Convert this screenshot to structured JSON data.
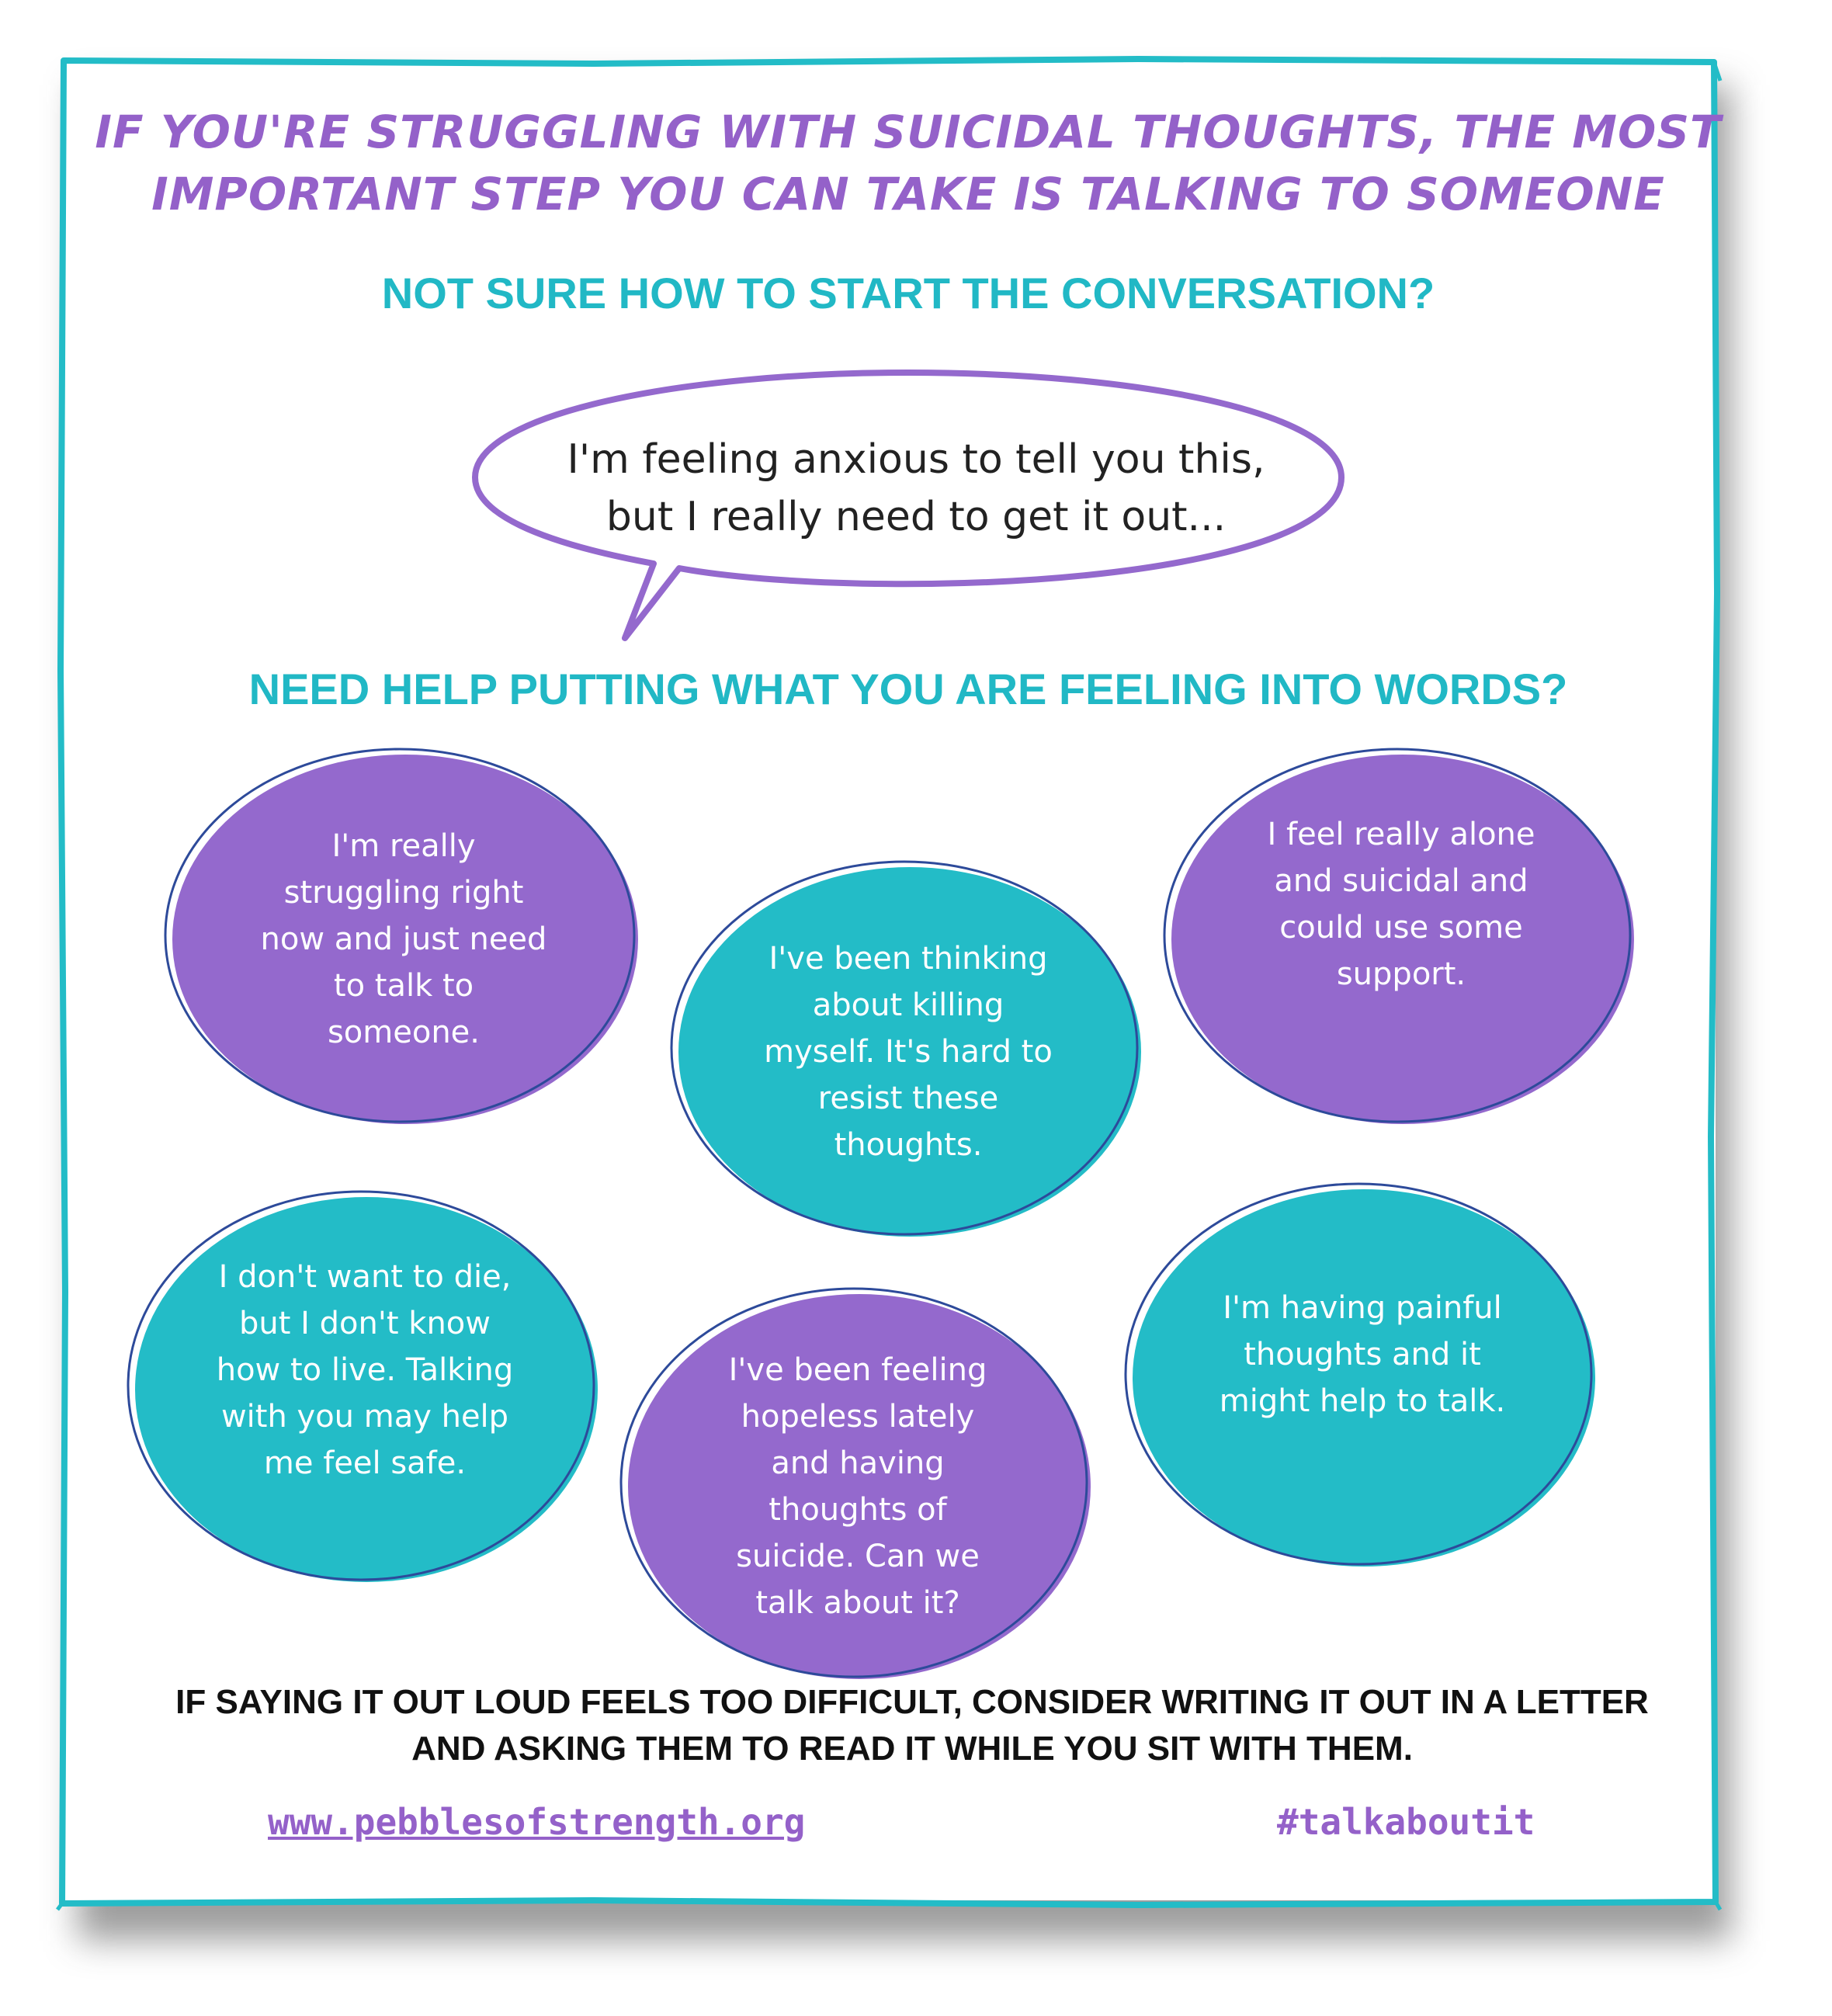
{
  "title": {
    "line1": "IF YOU'RE STRUGGLING WITH SUICIDAL THOUGHTS, THE MOST",
    "line2": "IMPORTANT STEP YOU CAN TAKE IS TALKING TO SOMEONE"
  },
  "section1": {
    "heading": "NOT SURE HOW TO START THE CONVERSATION?",
    "speech_line1": "I'm feeling anxious to tell you this,",
    "speech_line2": "but I really need to get it out..."
  },
  "section2": {
    "heading": "NEED HELP PUTTING WHAT YOU ARE FEELING INTO WORDS?",
    "bubbles": [
      {
        "text": "I'm really struggling right now and just need to talk to someone.",
        "color": "purple"
      },
      {
        "text": "I've been thinking about killing myself. It's hard to resist these thoughts.",
        "color": "teal"
      },
      {
        "text": "I feel really alone and suicidal and could use some support.",
        "color": "purple"
      },
      {
        "text": "I don't want to die, but I don't know how to live. Talking with you may help me feel safe.",
        "color": "teal"
      },
      {
        "text": "I've been feeling hopeless lately and having thoughts of suicide. Can we talk about it?",
        "color": "purple"
      },
      {
        "text": "I'm having painful thoughts and it might help to talk.",
        "color": "teal"
      }
    ]
  },
  "footer": {
    "line1": "IF SAYING IT OUT LOUD FEELS TOO DIFFICULT, CONSIDER WRITING IT OUT IN A LETTER",
    "line2": "AND ASKING THEM TO READ IT WHILE YOU SIT WITH THEM.",
    "website": "www.pebblesofstrength.org",
    "hashtag": "#talkaboutit"
  },
  "colors": {
    "purple": "#9469cd",
    "teal": "#23bcc7",
    "title_purple": "#9461c9",
    "heading_teal": "#21b8c5",
    "outline": "#2d4a9a"
  }
}
